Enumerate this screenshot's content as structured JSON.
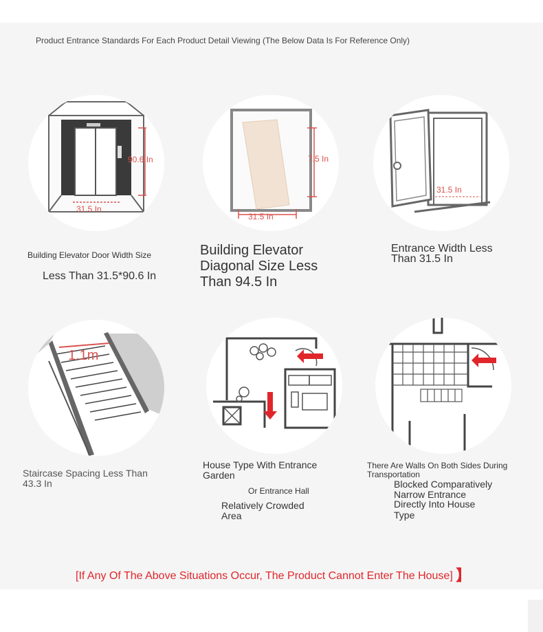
{
  "header": {
    "title": "Product Entrance Standards For Each Product Detail Viewing (The Below Data Is For Reference Only)"
  },
  "items": [
    {
      "icon": "elevator-door-icon",
      "measure_h": "90.6 In",
      "measure_w": "31.5 In",
      "caption": "Building Elevator Door Width Size",
      "subcaption": "Less Than 31.5*90.6 In"
    },
    {
      "icon": "elevator-diagonal-icon",
      "measure_h": "7.5 In",
      "measure_w": "31.5 In",
      "caption": "Building Elevator Diagonal Size Less Than 94.5 In"
    },
    {
      "icon": "entrance-door-icon",
      "measure_w": "31.5 In",
      "caption": "Entrance Width Less Than 31.5 In"
    },
    {
      "icon": "staircase-icon",
      "measure": "1.1m",
      "caption": "Staircase Spacing Less Than 43.3 In"
    },
    {
      "icon": "entrance-garden-floorplan-icon",
      "caption": "House Type With Entrance Garden",
      "subcaption": "Or Entrance Hall",
      "note": "Relatively Crowded Area"
    },
    {
      "icon": "walls-floorplan-icon",
      "caption": "There Are Walls On Both Sides During Transportation",
      "subcaption": "Blocked Comparatively Narrow Entrance",
      "note": "Directly Into House Type"
    }
  ],
  "footer": {
    "warning": "[If Any Of The Above Situations Occur, The Product Cannot Enter The House]",
    "bracket": "】"
  },
  "colors": {
    "accent": "#e0262b",
    "panel": "#f5f5f5",
    "measure": "#d9534f"
  }
}
